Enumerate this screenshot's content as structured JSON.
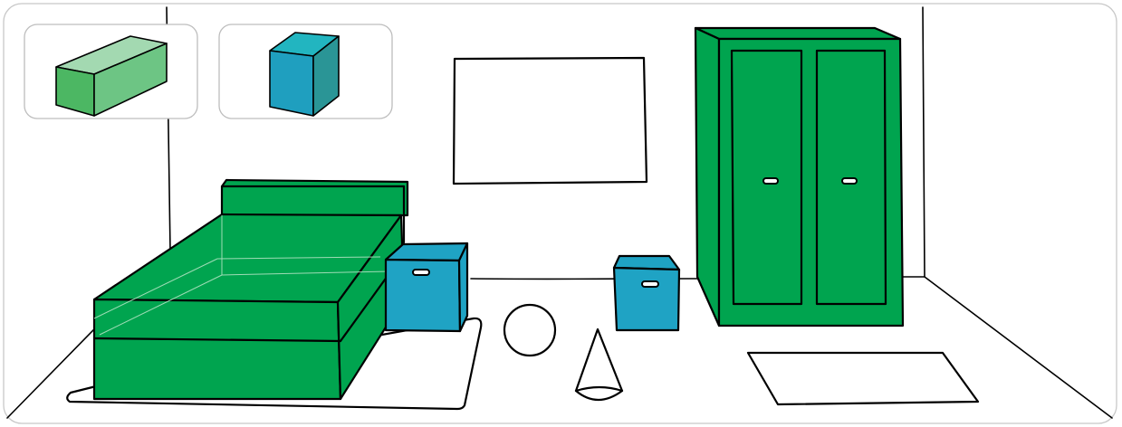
{
  "scene": {
    "colors": {
      "furniture_green": "#00a44f",
      "box_blue": "#1fa3c4",
      "line": "#000000",
      "background": "#ffffff",
      "card_border": "#bdbdbd"
    },
    "reference_shapes": [
      {
        "name": "cuboid",
        "colors": [
          "#a3d9b1",
          "#4cb763",
          "#6dc584"
        ]
      },
      {
        "name": "cube",
        "colors": [
          "#22b5c0",
          "#1f9fbf",
          "#2a9596"
        ]
      }
    ],
    "objects": [
      "bed",
      "wardrobe",
      "big-box",
      "small-box",
      "ball",
      "cone",
      "picture-frame",
      "rug",
      "doormat"
    ]
  }
}
